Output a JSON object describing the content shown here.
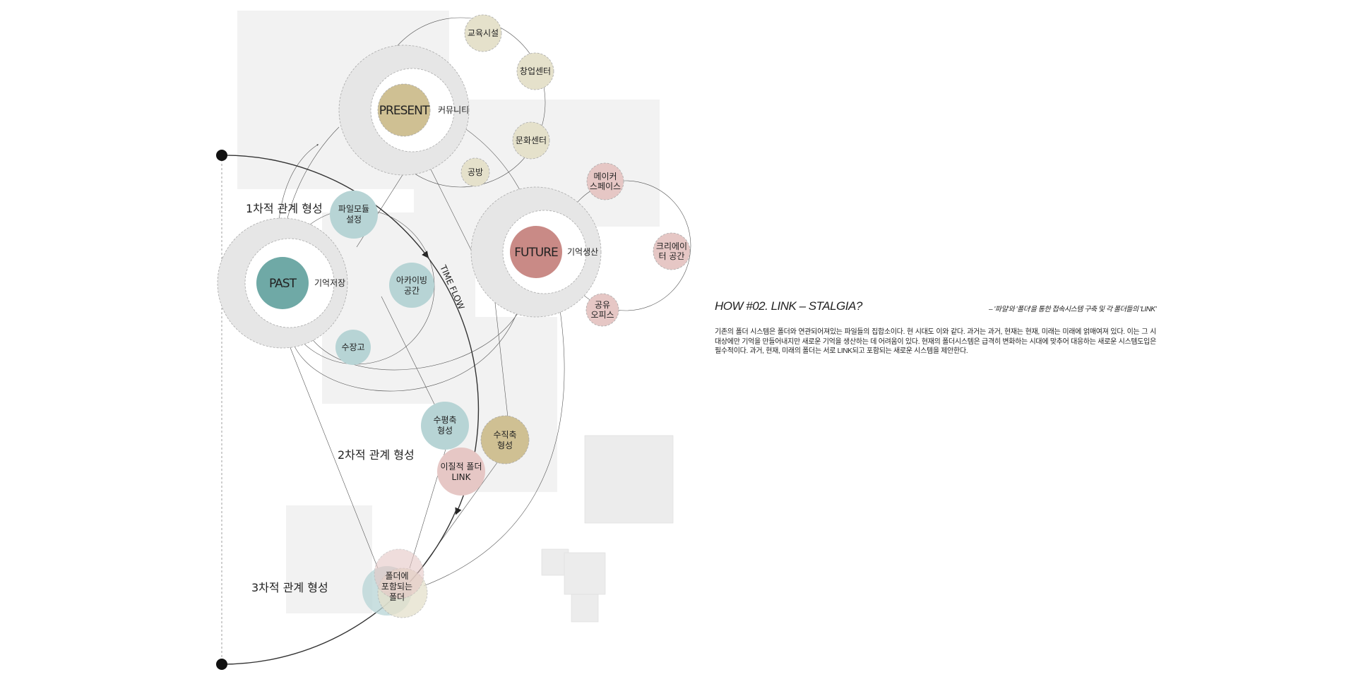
{
  "diagram": {
    "main_nodes": {
      "past": "PAST",
      "present": "PRESENT",
      "future": "FUTURE"
    },
    "main_side_labels": {
      "past": "기억저장",
      "present": "커뮤니티",
      "future": "기억생산"
    },
    "present_satellites": [
      "교육시설",
      "창업센터",
      "문화센터",
      "공방"
    ],
    "future_satellites": [
      [
        "메이커",
        "스페이스"
      ],
      [
        "크리에이",
        "터 공간"
      ],
      [
        "공유",
        "오피스"
      ]
    ],
    "past_satellites": [
      [
        "파일모듈",
        "설정"
      ],
      [
        "아카이빙",
        "공간"
      ],
      [
        "수장고"
      ]
    ],
    "secondary_nodes": [
      [
        "수평축",
        "형성"
      ],
      [
        "수직축",
        "형성"
      ],
      [
        "이질적 폴더",
        "LINK"
      ]
    ],
    "tertiary_node": [
      "폴더에",
      "포함되는",
      "폴더"
    ],
    "stage_labels": [
      "1차적 관계 형성",
      "2차적 관계 형성",
      "3차적 관계 형성"
    ],
    "time_flow": "TIME FLOW",
    "colors": {
      "past": "#6fa9a6",
      "present": "#cfc093",
      "future": "#c98a86",
      "teal_light": "#b7d4d5",
      "beige_light": "#e5e1cb",
      "pink_light": "#e6c7c5",
      "ring_gray": "#e6e6e6",
      "panel_gray": "#f2f2f2"
    }
  },
  "info": {
    "title": "HOW #02. LINK – STALGIA?",
    "subtitle": "– '파일'와 '폴더'을 통한 접속시스템 구축 및 각 폴더들의 'LINK'",
    "body": "기존의 폴더 시스템은 폴더와 연관되어져있는 파일들의 집합소이다. 현 시대도 이와 같다. 과거는 과거, 현재는 현재, 미래는 미래에 얽매여져 있다. 이는 그 시대상에만 기억을 만들어내지만 새로운 기억을 생산하는 데 어려움이 있다. 현재의 폴더시스템은 급격히 변화하는 시대에 맞추어 대응하는 새로운 시스템도입은 필수적이다. 과거, 현재, 미래의 폴더는 서로 LINK되고 포함되는 새로운 시스템을 제안한다."
  }
}
